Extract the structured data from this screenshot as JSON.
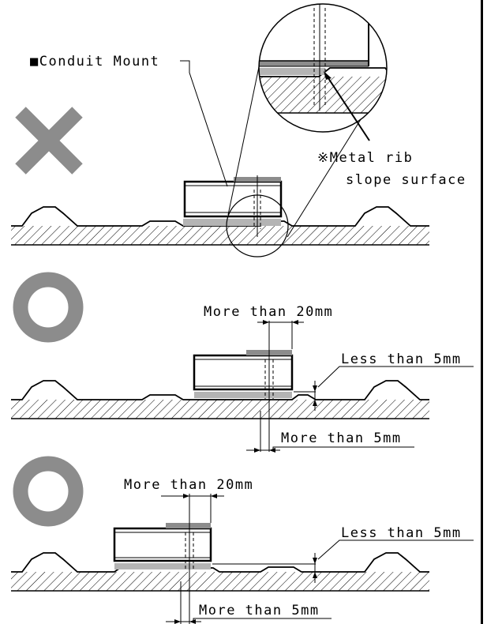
{
  "diagram": {
    "title_label": "■Conduit Mount",
    "callout_label_line1": "※Metal rib",
    "callout_label_line2": "slope surface",
    "symbols": {
      "incorrect": "cross-mark-icon",
      "correct": "circle-mark-icon"
    },
    "colors": {
      "mark_gray": "#8c8c8c",
      "pad_gray": "#b4b4b4",
      "line": "#000000",
      "background": "#ffffff"
    },
    "case2": {
      "dim_overhang": "More than 20mm",
      "dim_height": "Less than 5mm",
      "dim_offset": "More than 5mm"
    },
    "case3": {
      "dim_overhang": "More than 20mm",
      "dim_height": "Less than 5mm",
      "dim_offset": "More than 5mm"
    }
  }
}
